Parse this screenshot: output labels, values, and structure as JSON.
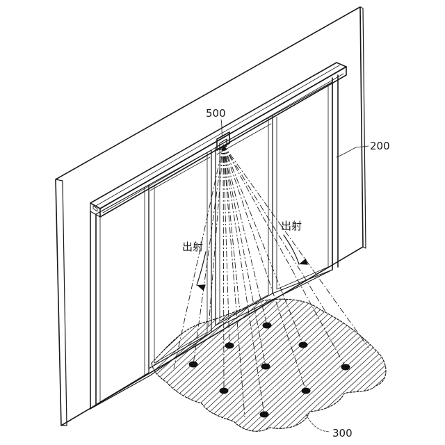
{
  "labels": {
    "ref_sensor": "500",
    "ref_wall": "200",
    "ref_floor_zone": "300",
    "emit_left": "出射",
    "emit_right": "出射"
  }
}
